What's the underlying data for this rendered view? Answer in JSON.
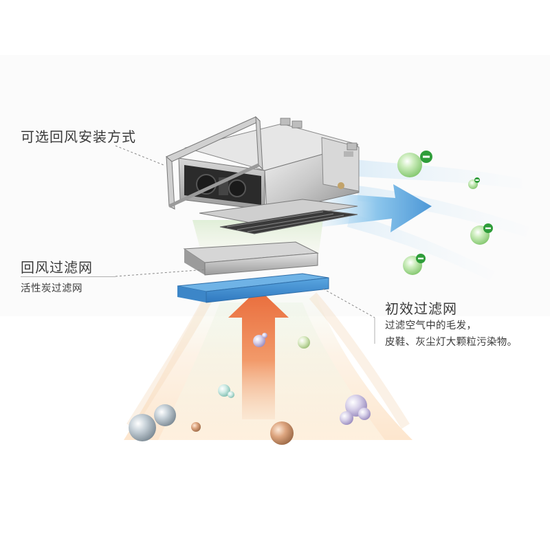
{
  "labels": {
    "return_air_install": "可选回风安装方式",
    "return_air_filter": "回风过滤网",
    "carbon_filter": "活性炭过滤网",
    "primary_filter": "初效过滤网",
    "primary_filter_desc_1": "过滤空气中的毛发，",
    "primary_filter_desc_2": "皮鞋、灰尘灯大颗粒污染物。"
  }
}
